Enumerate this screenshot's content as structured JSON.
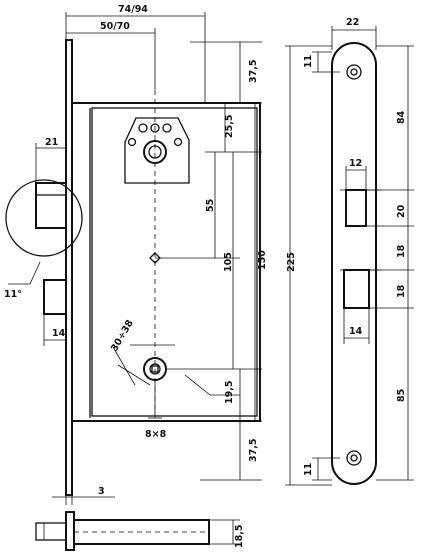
{
  "front_view": {
    "dims": {
      "total_width": "74/94",
      "backset": "50/70",
      "top_offset": "37,5",
      "follower_offset": "25,5",
      "latch_axis": "55",
      "handle_distance": "105",
      "total_height": "150",
      "lock_offset": "19,5",
      "bottom_offset": "37,5",
      "latch_projection": "21",
      "latch_angle": "11°",
      "deadbolt_width": "14",
      "key_range": "30÷38",
      "follower_square": "8×8",
      "thickness": "3"
    }
  },
  "side_view": {
    "dims": {
      "plate_width": "22",
      "screw_top": "11",
      "top_distance": "84",
      "latch_slot_width": "12",
      "latch_slot_height": "20",
      "gap": "18",
      "bolt_slot_height": "18",
      "bolt_slot_width": "14",
      "bottom_distance": "85",
      "screw_bottom": "11",
      "plate_length": "225"
    }
  },
  "bottom_view": {
    "dims": {
      "depth": "18,5"
    }
  }
}
